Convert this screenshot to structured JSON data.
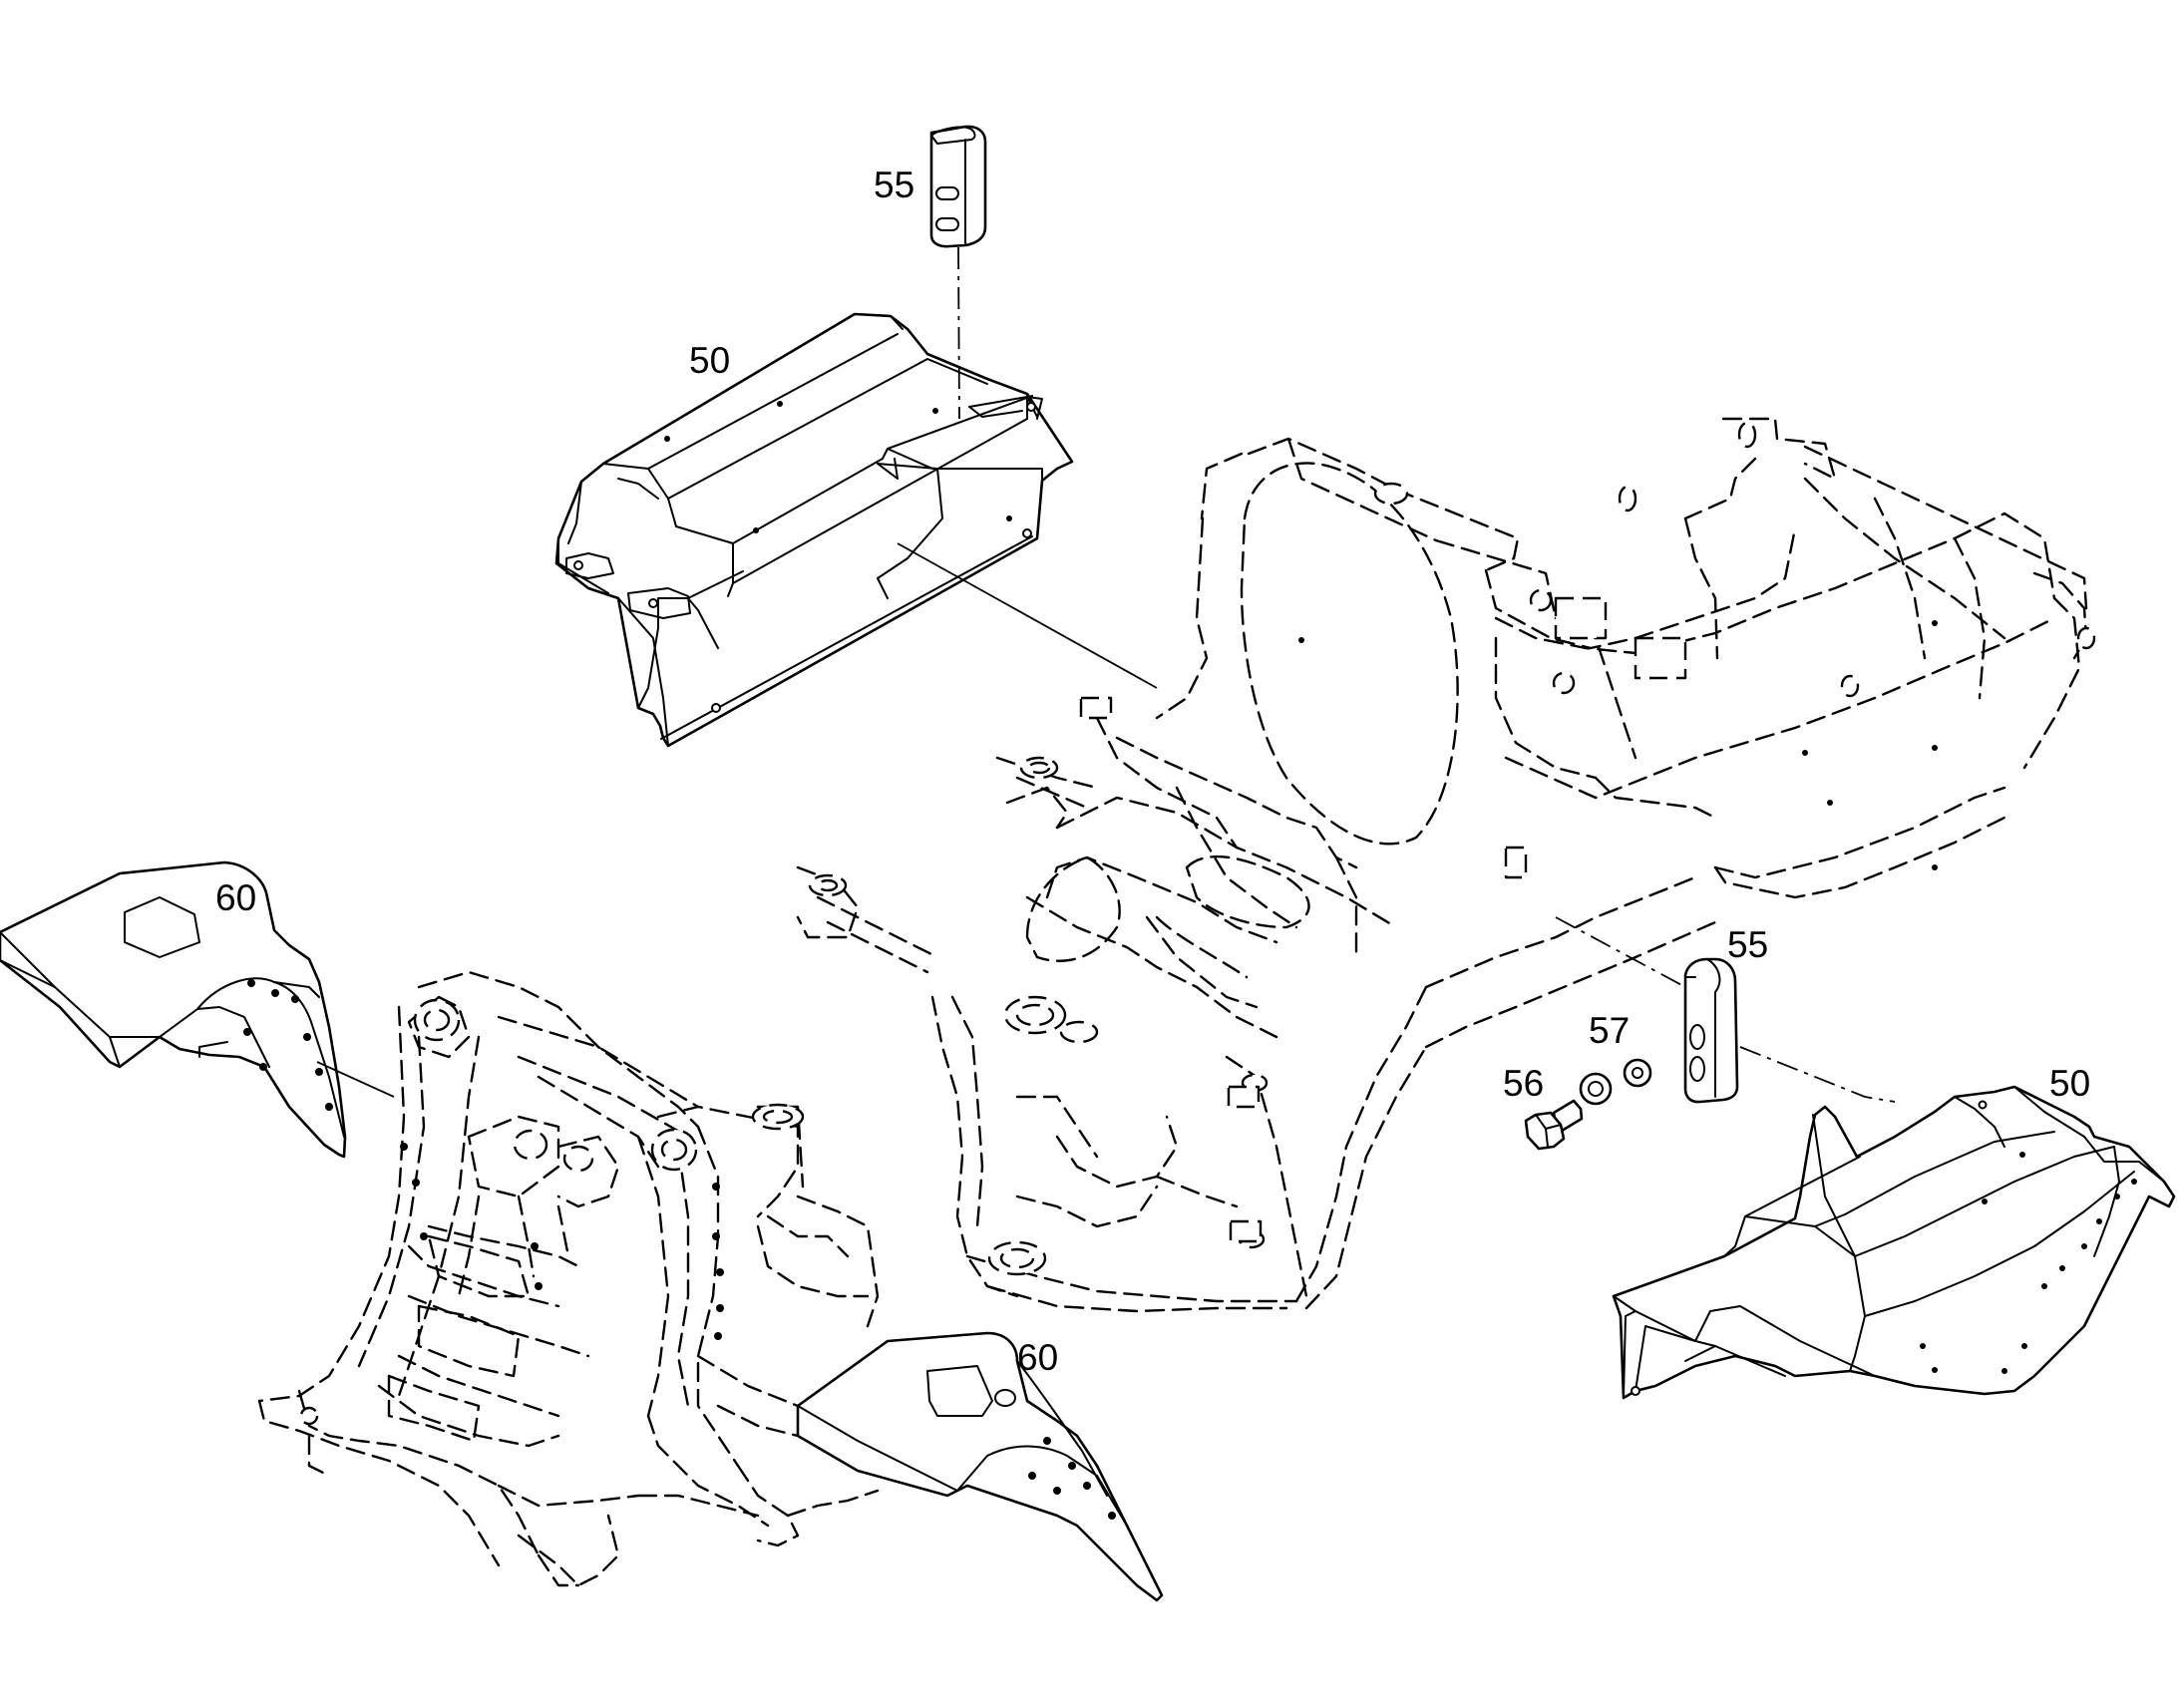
{
  "diagram": {
    "callouts": [
      {
        "id": "c55_top",
        "label": "55"
      },
      {
        "id": "c50_top",
        "label": "50"
      },
      {
        "id": "c60_left",
        "label": "60"
      },
      {
        "id": "c55_right",
        "label": "55"
      },
      {
        "id": "c57",
        "label": "57"
      },
      {
        "id": "c56",
        "label": "56"
      },
      {
        "id": "c50_right",
        "label": "50"
      },
      {
        "id": "c60_bottom",
        "label": "60"
      }
    ]
  }
}
